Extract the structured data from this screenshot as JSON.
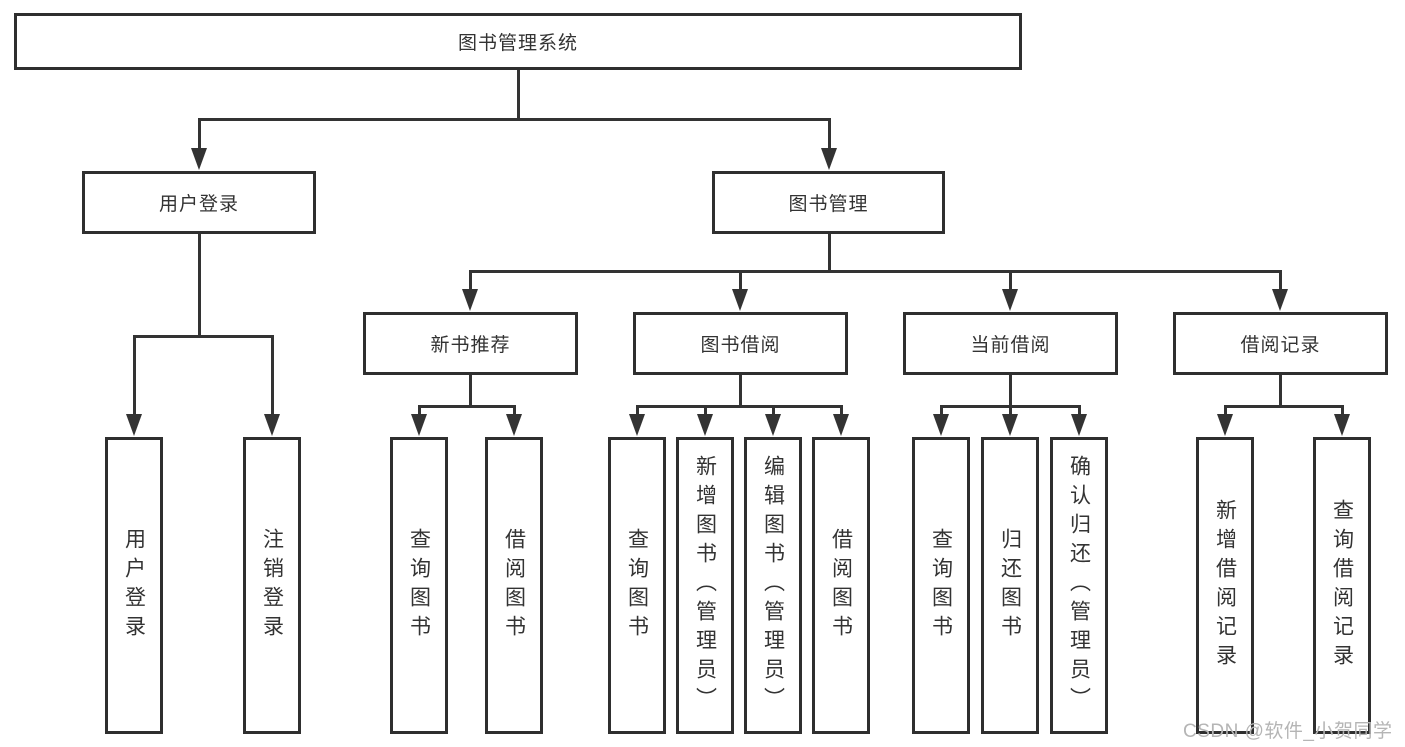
{
  "page": {
    "watermark": "CSDN @软件_小贺同学"
  },
  "colors": {
    "line": "#333333",
    "box_border": "#2f2f2f",
    "box_background": "#ffffff",
    "label_text": "#333333",
    "watermark_text": "#b5b5b5",
    "background": "#ffffff"
  },
  "diagram_type": "function-structure-tree",
  "tree": {
    "label": "图书管理系统",
    "children": [
      {
        "label": "用户登录",
        "children": [
          {
            "label": "用户登录"
          },
          {
            "label": "注销登录"
          }
        ]
      },
      {
        "label": "图书管理",
        "children": [
          {
            "label": "新书推荐",
            "children": [
              {
                "label": "查询图书"
              },
              {
                "label": "借阅图书"
              }
            ]
          },
          {
            "label": "图书借阅",
            "children": [
              {
                "label": "查询图书"
              },
              {
                "label": "新增图书（管理员）"
              },
              {
                "label": "编辑图书（管理员）"
              },
              {
                "label": "借阅图书"
              }
            ]
          },
          {
            "label": "当前借阅",
            "children": [
              {
                "label": "查询图书"
              },
              {
                "label": "归还图书"
              },
              {
                "label": "确认归还（管理员）"
              }
            ]
          },
          {
            "label": "借阅记录",
            "children": [
              {
                "label": "新增借阅记录"
              },
              {
                "label": "查询借阅记录"
              }
            ]
          }
        ]
      }
    ]
  }
}
